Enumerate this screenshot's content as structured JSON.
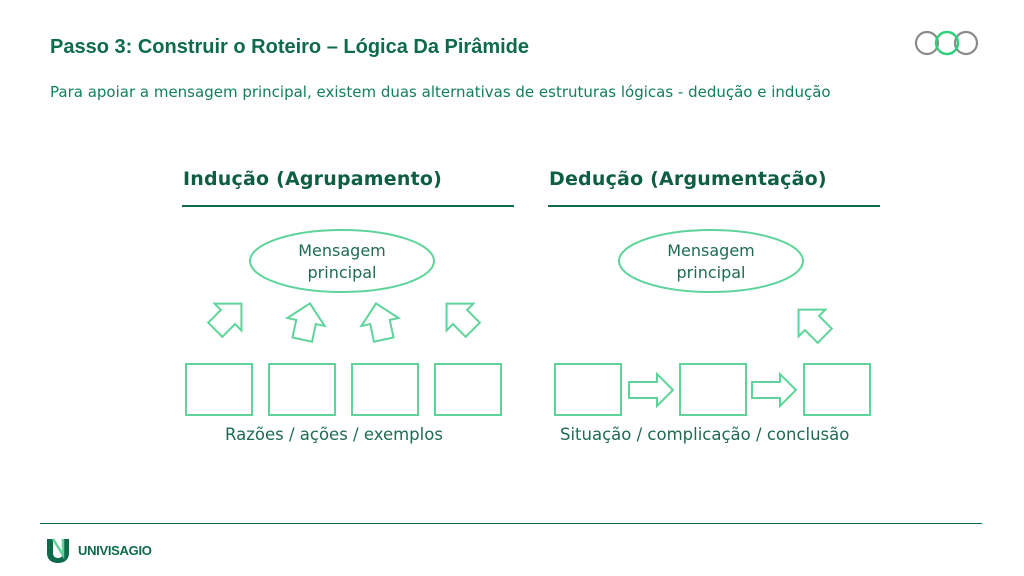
{
  "slide": {
    "title": "Passo 3: Construir o Roteiro – Lógica Da Pirâmide",
    "subtitle": "Para apoiar a mensagem principal, existem duas alternativas de estruturas lógicas - dedução e indução"
  },
  "induction": {
    "heading": "Indução (Agrupamento)",
    "ellipse_line1": "Mensagem",
    "ellipse_line2": "principal",
    "caption": "Razões / ações / exemplos",
    "box_count_shown": 4,
    "arrow_count_shown": 4
  },
  "deduction": {
    "heading": "Dedução (Argumentação)",
    "ellipse_line1": "Mensagem",
    "ellipse_line2": "principal",
    "caption": "Situação / complicação / conclusão",
    "box_count_shown": 3,
    "arrow_count_shown": 3
  },
  "footer": {
    "brand": "UNIVISAGIO"
  },
  "colors": {
    "primary": "#0e6b4a",
    "accent_light": "#5fd49a",
    "logo_grey": "#8a8a8a",
    "logo_green": "#2fd07a"
  },
  "icons": [
    "three-circles-logo-icon",
    "univisagio-logo-icon"
  ]
}
